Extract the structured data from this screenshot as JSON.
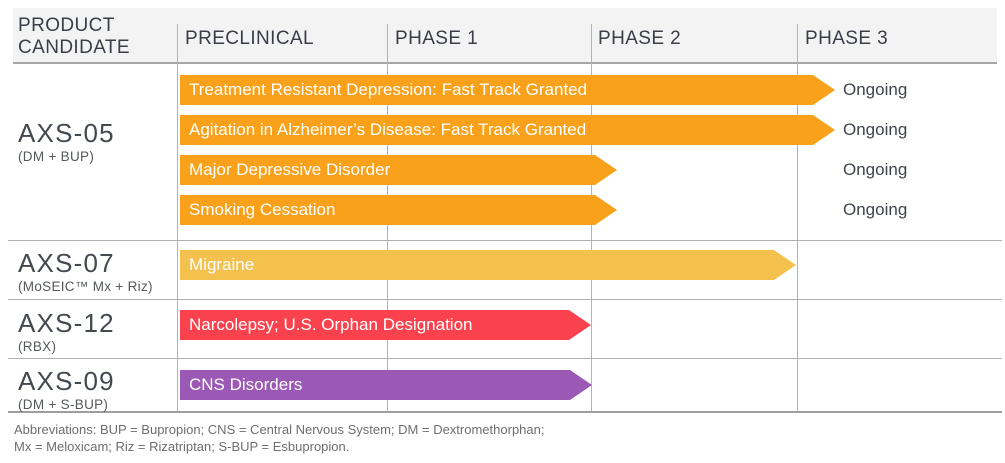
{
  "header": {
    "product_column_line1": "PRODUCT",
    "product_column_line2": "CANDIDATE",
    "phases": [
      "PRECLINICAL",
      "PHASE 1",
      "PHASE 2",
      "PHASE 3"
    ]
  },
  "products": [
    {
      "name": "AXS-05",
      "composition": "(DM + BUP)",
      "bars": [
        {
          "label": "Treatment Resistant Depression: Fast Track Granted",
          "status": "Ongoing",
          "color": "#f9a11b"
        },
        {
          "label": "Agitation in Alzheimer’s Disease: Fast Track Granted",
          "status": "Ongoing",
          "color": "#f9a11b"
        },
        {
          "label": "Major Depressive Disorder",
          "status": "Ongoing",
          "color": "#f9a11b"
        },
        {
          "label": "Smoking Cessation",
          "status": "Ongoing",
          "color": "#f9a11b"
        }
      ]
    },
    {
      "name": "AXS-07",
      "composition": "(MoSEIC™ Mx + Riz)",
      "bars": [
        {
          "label": "Migraine",
          "color": "#f4c14f"
        }
      ]
    },
    {
      "name": "AXS-12",
      "composition": "(RBX)",
      "bars": [
        {
          "label": "Narcolepsy; U.S. Orphan Designation",
          "color": "#f9424d"
        }
      ]
    },
    {
      "name": "AXS-09",
      "composition": "(DM + S-BUP)",
      "bars": [
        {
          "label": "CNS Disorders",
          "color": "#9c58b5"
        }
      ]
    }
  ],
  "footnote": {
    "line1": "Abbreviations: BUP = Bupropion; CNS = Central Nervous System; DM = Dextromethorphan;",
    "line2": "Mx = Meloxicam; Riz = Rizatriptan; S-BUP = Esbupropion."
  },
  "colors": {
    "orange": "#f9a11b",
    "yellow": "#f4c14f",
    "red": "#f9424d",
    "purple": "#9c58b5",
    "header_bg": "#f3f3f3",
    "grid_line": "#b0b0b0",
    "text_dark": "#3a3e46",
    "footnote_text": "#6e6e6e"
  },
  "chart_data": {
    "type": "bar",
    "orientation": "horizontal",
    "title": "Product candidate development pipeline",
    "x_axis_phases": [
      "PRECLINICAL",
      "PHASE 1",
      "PHASE 2",
      "PHASE 3"
    ],
    "phase_scale_note": "extent units: 0=start Preclinical, 1=Phase 1 start, 2=Phase 2 start, 3=Phase 3 start, 4=Phase 3 complete",
    "series": [
      {
        "product": "AXS-05",
        "indication": "Treatment Resistant Depression: Fast Track Granted",
        "extent": 3.2,
        "status": "Ongoing"
      },
      {
        "product": "AXS-05",
        "indication": "Agitation in Alzheimer’s Disease: Fast Track Granted",
        "extent": 3.2,
        "status": "Ongoing"
      },
      {
        "product": "AXS-05",
        "indication": "Major Depressive Disorder",
        "extent": 2.1,
        "status": "Ongoing"
      },
      {
        "product": "AXS-05",
        "indication": "Smoking Cessation",
        "extent": 2.1,
        "status": "Ongoing"
      },
      {
        "product": "AXS-07",
        "indication": "Migraine",
        "extent": 3.0,
        "status": ""
      },
      {
        "product": "AXS-12",
        "indication": "Narcolepsy; U.S. Orphan Designation",
        "extent": 2.0,
        "status": ""
      },
      {
        "product": "AXS-09",
        "indication": "CNS Disorders",
        "extent": 2.0,
        "status": ""
      }
    ]
  }
}
